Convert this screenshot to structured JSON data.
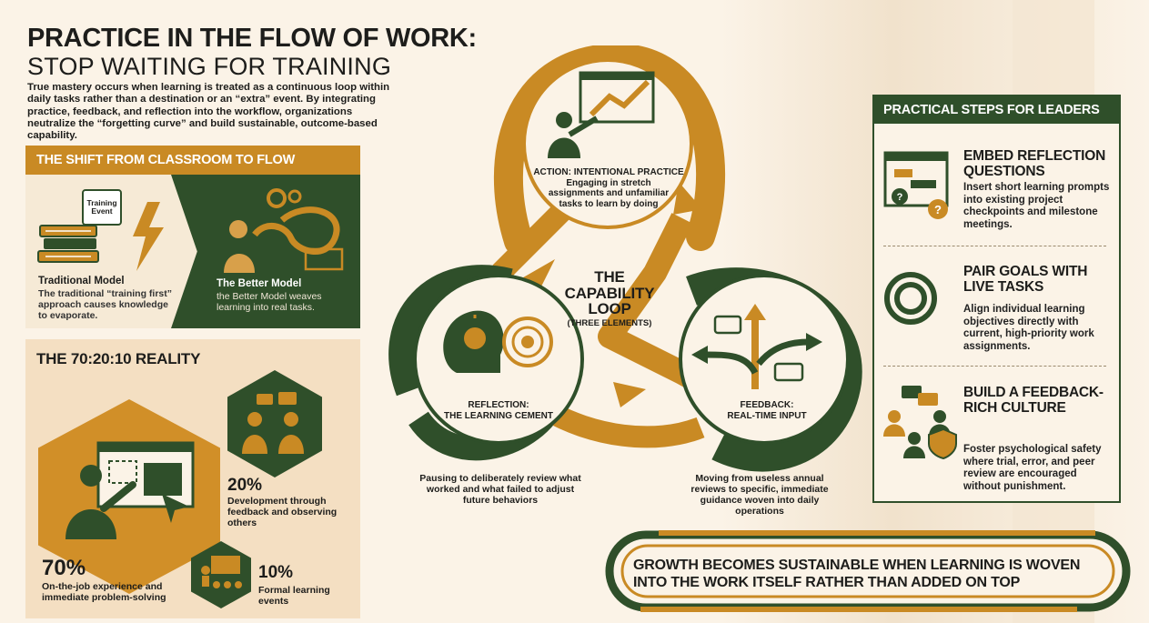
{
  "header": {
    "title_line1": "PRACTICE IN THE FLOW OF WORK:",
    "title_line2": "STOP WAITING FOR TRAINING",
    "intro": "True mastery occurs when learning is treated as a continuous loop within daily tasks rather than a destination or an “extra” event. By integrating practice, feedback, and reflection into the workflow, organizations neutralize the “forgetting curve” and build sustainable, outcome-based capability."
  },
  "shift": {
    "header": "THE SHIFT FROM CLASSROOM TO FLOW",
    "training_event_label": "Training Event",
    "traditional_title": "Traditional Model",
    "traditional_desc": "The traditional “training first” approach causes knowledge to evaporate.",
    "better_title": "The Better Model",
    "better_desc": "the Better Model weaves learning into real tasks."
  },
  "ratio": {
    "title": "THE 70:20:10 REALITY",
    "p70": "70%",
    "p70_desc": "On-the-job experience and immediate problem-solving",
    "p20": "20%",
    "p20_desc": "Development through feedback and observing others",
    "p10": "10%",
    "p10_desc": "Formal learning events"
  },
  "loop": {
    "center_title": "THE CAPABILITY LOOP",
    "center_sub": "(THREE ELEMENTS)",
    "action_title": "ACTION: INTENTIONAL PRACTICE",
    "action_desc": "Engaging in stretch assignments and unfamiliar tasks to learn by doing",
    "reflection_title": "REFLECTION:",
    "reflection_sub": "THE LEARNING CEMENT",
    "reflection_desc": "Pausing to deliberately review what worked and what failed to adjust future behaviors",
    "feedback_title": "FEEDBACK:",
    "feedback_sub": "REAL-TIME INPUT",
    "feedback_desc": "Moving from useless annual reviews to specific, immediate guidance woven into daily operations"
  },
  "steps": {
    "header": "PRACTICAL STEPS FOR LEADERS",
    "items": [
      {
        "title": "EMBED REFLECTION QUESTIONS",
        "desc": "Insert short learning prompts into existing project checkpoints and milestone meetings."
      },
      {
        "title": "PAIR GOALS WITH LIVE TASKS",
        "desc": "Align individual learning objectives directly with current, high-priority work assignments."
      },
      {
        "title": "BUILD A FEEDBACK-RICH CULTURE",
        "desc": "Foster psychological safety where trial, error, and peer review are encouraged without punishment."
      }
    ]
  },
  "banner": {
    "text": "GROWTH BECOMES SUSTAINABLE WHEN LEARNING IS WOVEN INTO THE WORK ITSELF RATHER THAN ADDED ON TOP"
  },
  "colors": {
    "green": "#2f4f2a",
    "orange": "#c98a24",
    "cream": "#fbf3e7",
    "tan": "#f4dfc2"
  }
}
